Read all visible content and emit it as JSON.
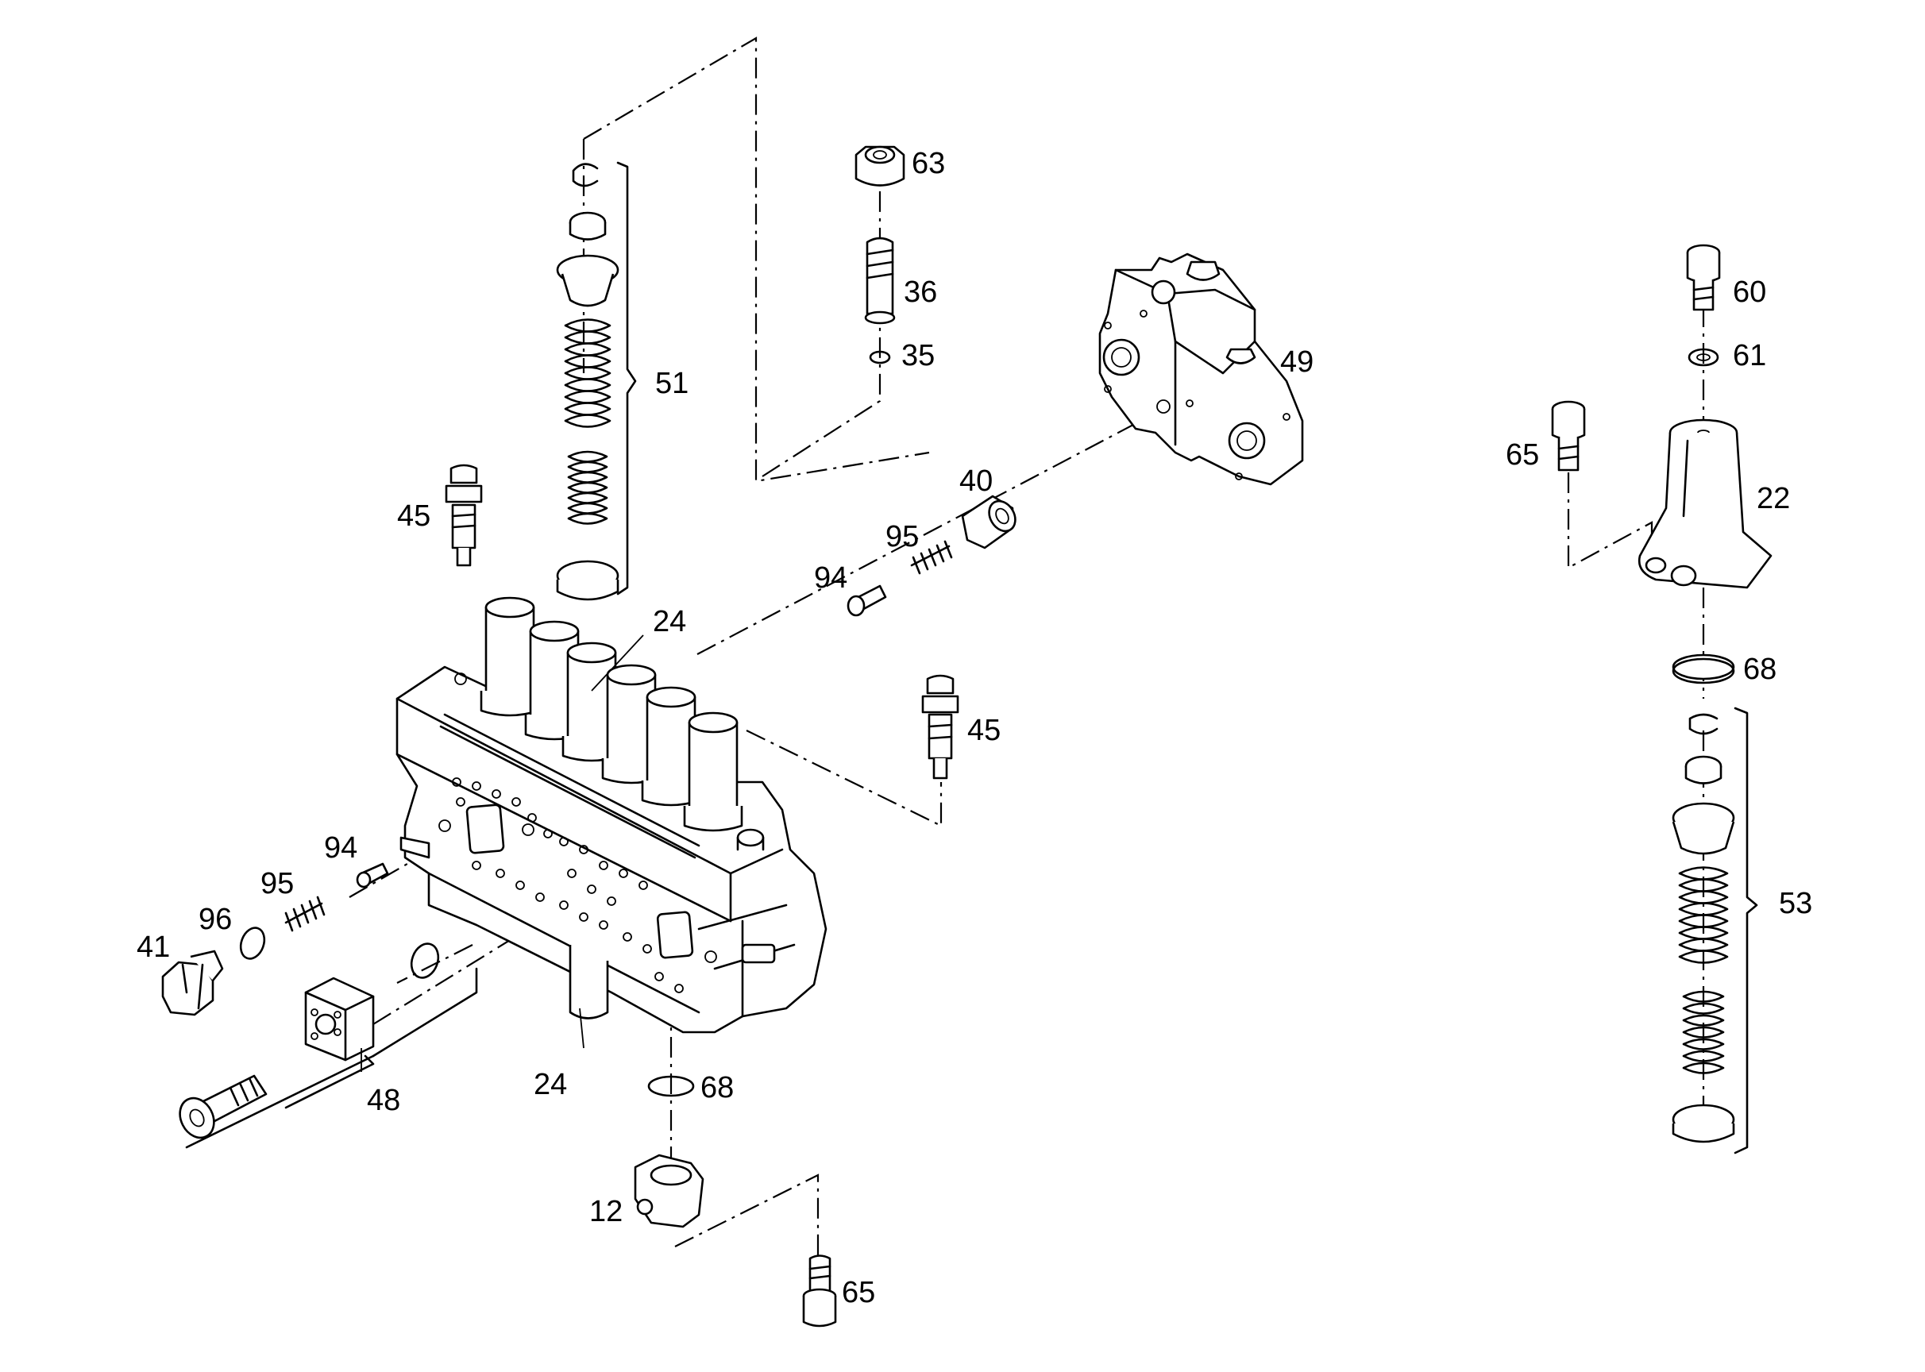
{
  "callouts": {
    "c63": "63",
    "c36": "36",
    "c35": "35",
    "c51": "51",
    "c49": "49",
    "c60": "60",
    "c61": "61",
    "c65a": "65",
    "c22": "22",
    "c45a": "45",
    "c40": "40",
    "c95a": "95",
    "c94a": "94",
    "c24a": "24",
    "c45b": "45",
    "c68a": "68",
    "c53": "53",
    "c94b": "94",
    "c95b": "95",
    "c96": "96",
    "c41": "41",
    "c48": "48",
    "c24b": "24",
    "c68b": "68",
    "c12": "12",
    "c65b": "65"
  }
}
